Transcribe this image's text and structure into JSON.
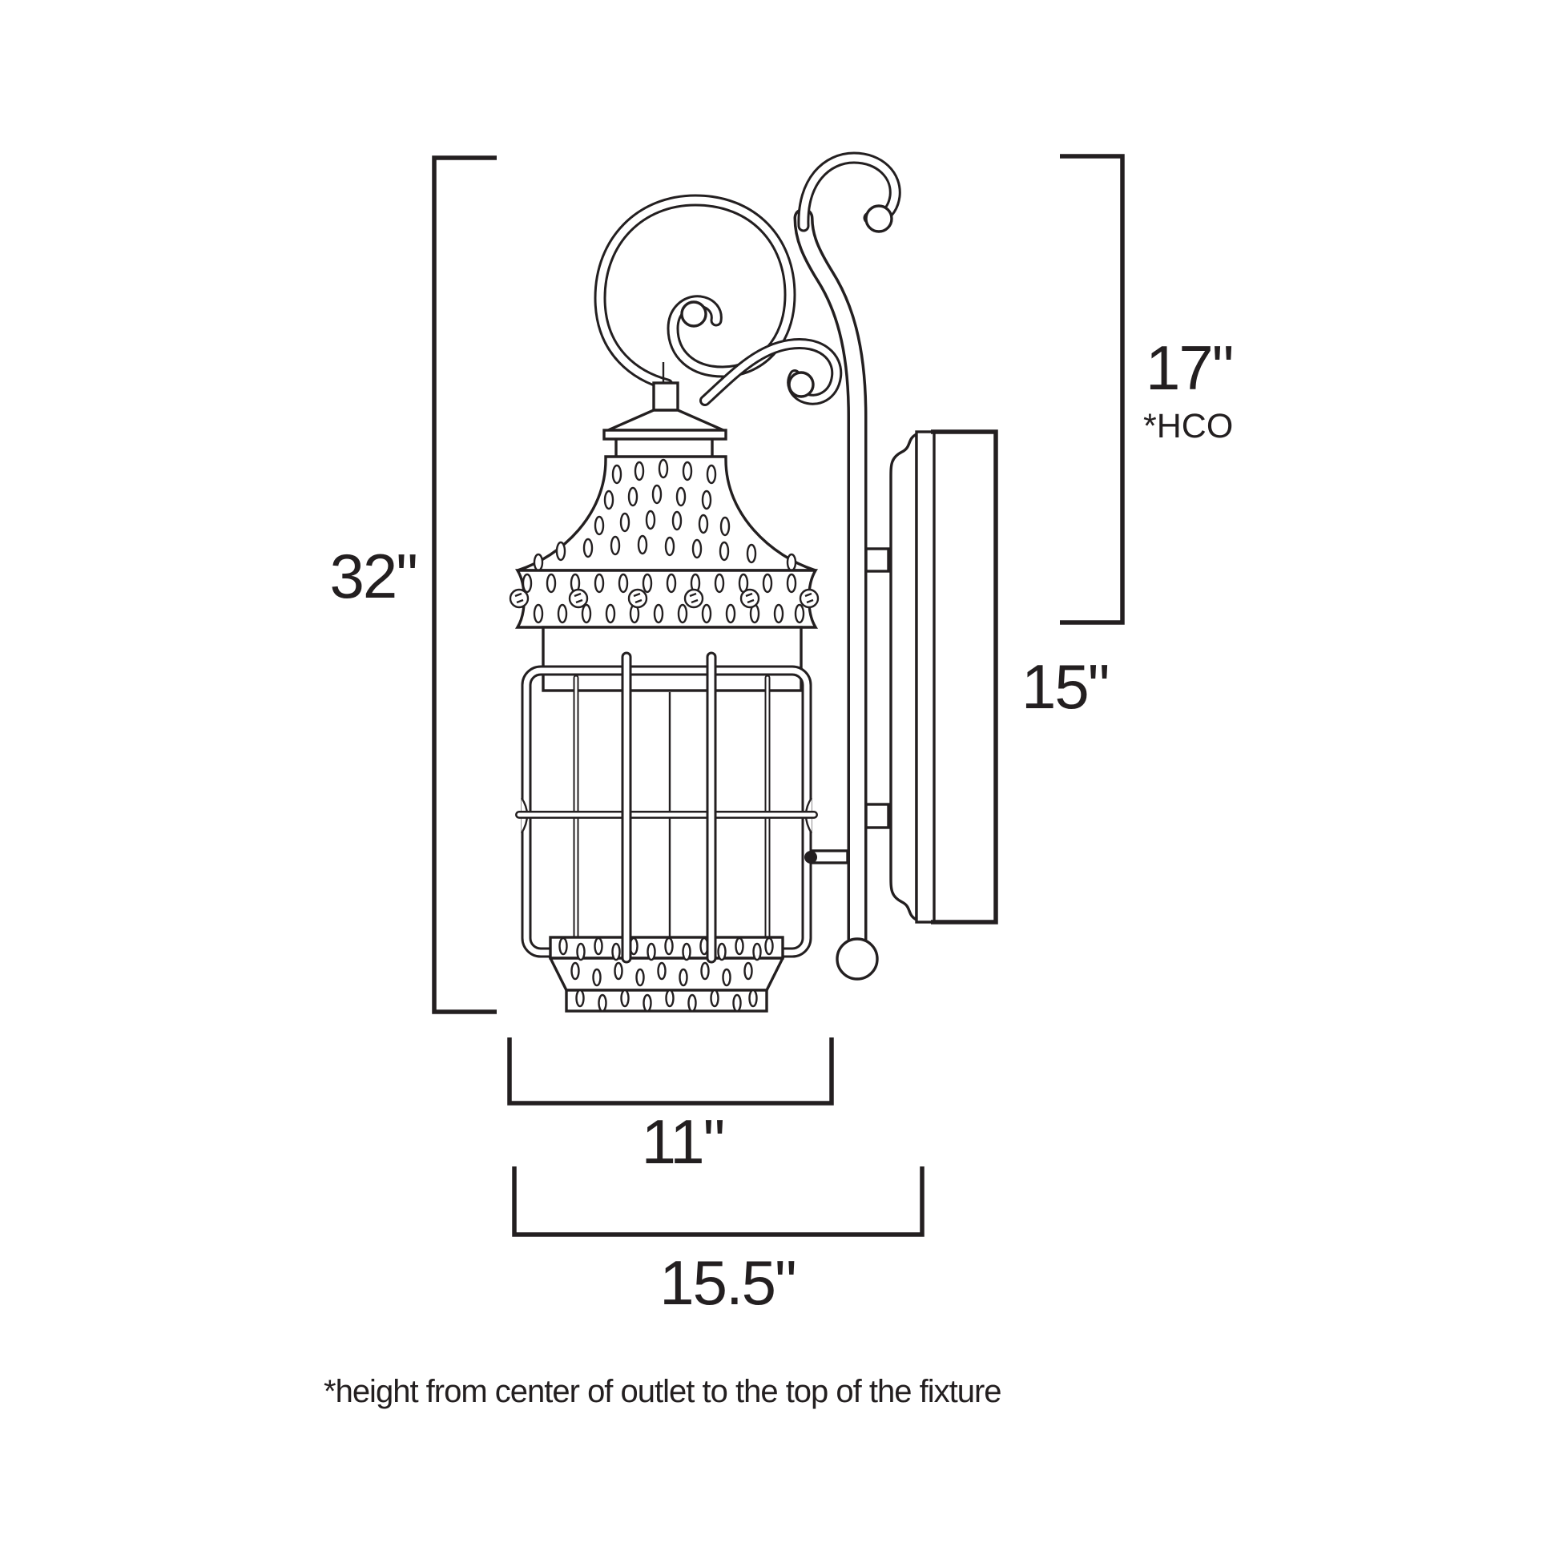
{
  "page": {
    "background": "#ffffff",
    "line_color": "#231f20"
  },
  "diagram": {
    "type": "product-dimension-drawing",
    "subject": "outdoor wall lantern sconce, side elevation",
    "labels": {
      "overall_height": "32\"",
      "height_center_outlet": "17\"",
      "hco_abbr": "*HCO",
      "backplate_height": "15\"",
      "lantern_width": "11\"",
      "projection": "15.5\""
    },
    "footnote": "*height from center of outlet to the top of the fixture"
  }
}
